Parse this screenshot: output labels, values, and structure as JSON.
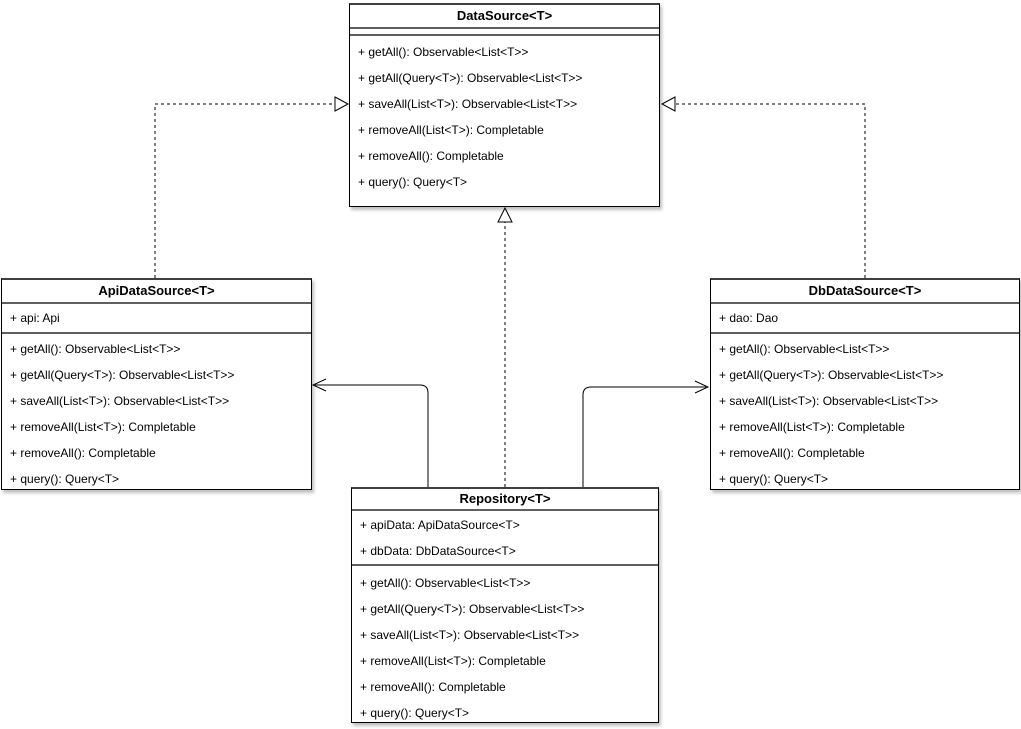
{
  "classes": {
    "datasource": {
      "title": "DataSource<T>",
      "attributes": [],
      "methods": [
        "+ getAll(): Observable<List<T>>",
        "+ getAll(Query<T>): Observable<List<T>>",
        "+ saveAll(List<T>): Observable<List<T>>",
        "+ removeAll(List<T>): Completable",
        "+ removeAll(): Completable",
        "+ query(): Query<T>"
      ]
    },
    "api_datasource": {
      "title": "ApiDataSource<T>",
      "attributes": [
        "+ api: Api"
      ],
      "methods": [
        "+ getAll(): Observable<List<T>>",
        "+ getAll(Query<T>): Observable<List<T>>",
        "+ saveAll(List<T>): Observable<List<T>>",
        "+ removeAll(List<T>): Completable",
        "+ removeAll(): Completable",
        "+ query(): Query<T>"
      ]
    },
    "db_datasource": {
      "title": "DbDataSource<T>",
      "attributes": [
        "+ dao: Dao"
      ],
      "methods": [
        "+ getAll(): Observable<List<T>>",
        "+ getAll(Query<T>): Observable<List<T>>",
        "+ saveAll(List<T>): Observable<List<T>>",
        "+ removeAll(List<T>): Completable",
        "+ removeAll(): Completable",
        "+ query(): Query<T>"
      ]
    },
    "repository": {
      "title": "Repository<T>",
      "attributes": [
        "+ apiData: ApiDataSource<T>",
        "+ dbData: DbDataSource<T>"
      ],
      "methods": [
        "+ getAll(): Observable<List<T>>",
        "+ getAll(Query<T>): Observable<List<T>>",
        "+ saveAll(List<T>): Observable<List<T>>",
        "+ removeAll(List<T>): Completable",
        "+ removeAll(): Completable",
        "+ query(): Query<T>"
      ]
    }
  },
  "relationships": [
    {
      "from": "ApiDataSource<T>",
      "to": "DataSource<T>",
      "type": "realization",
      "line": "dashed",
      "arrow": "hollow-triangle"
    },
    {
      "from": "DbDataSource<T>",
      "to": "DataSource<T>",
      "type": "realization",
      "line": "dashed",
      "arrow": "hollow-triangle"
    },
    {
      "from": "Repository<T>",
      "to": "DataSource<T>",
      "type": "realization",
      "line": "dashed",
      "arrow": "hollow-triangle"
    },
    {
      "from": "Repository<T>",
      "to": "ApiDataSource<T>",
      "type": "association",
      "line": "solid",
      "arrow": "open"
    },
    {
      "from": "Repository<T>",
      "to": "DbDataSource<T>",
      "type": "association",
      "line": "solid",
      "arrow": "open"
    }
  ],
  "colors": {
    "background": "#ffffff",
    "box_fill": "#ffffff",
    "stroke": "#000000",
    "separator": "#5f5f5f"
  }
}
